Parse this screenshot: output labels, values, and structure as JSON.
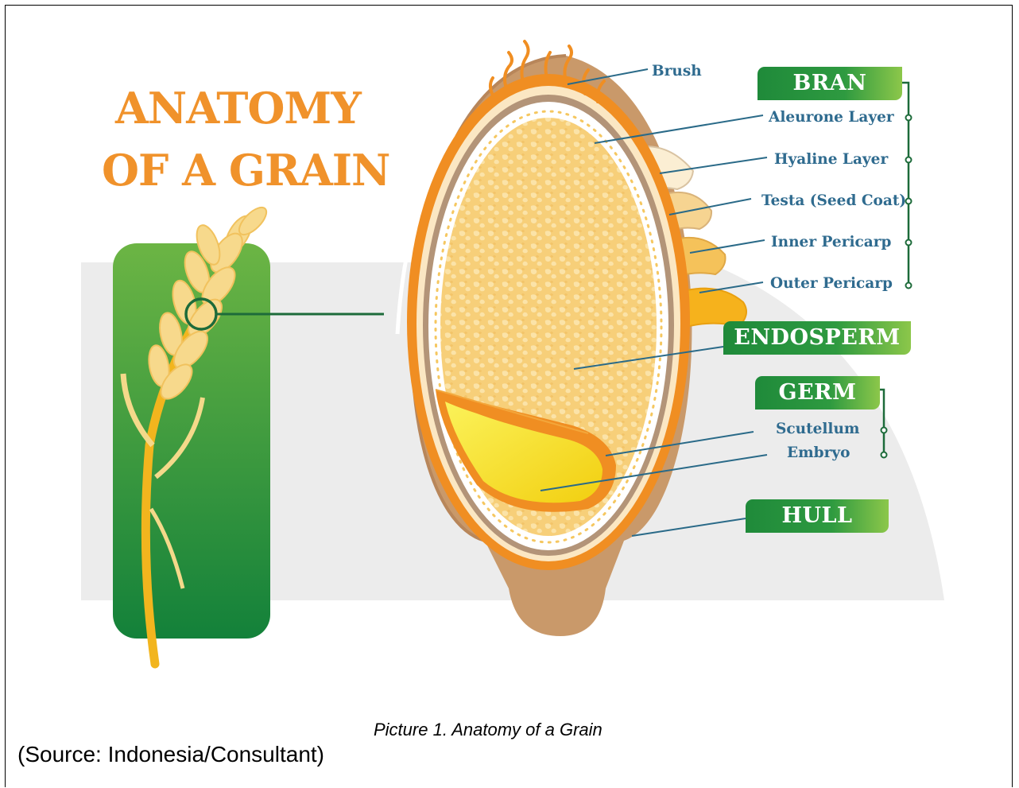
{
  "title": {
    "line1": "ANATOMY",
    "line2": "OF A GRAIN"
  },
  "labels": {
    "brush": "Brush",
    "aleurone": "Aleurone Layer",
    "hyaline": "Hyaline Layer",
    "testa": "Testa (Seed Coat)",
    "inner_pericarp": "Inner Pericarp",
    "outer_pericarp": "Outer Pericarp",
    "scutellum": "Scutellum",
    "embryo": "Embryo"
  },
  "tags": {
    "bran": "BRAN",
    "endosperm": "ENDOSPERM",
    "germ": "GERM",
    "hull": "HULL"
  },
  "caption": "Picture 1. Anatomy of a Grain",
  "source": "(Source: Indonesia/Consultant)",
  "colors": {
    "title_orange": "#f0922b",
    "label_blue": "#2f6b8f",
    "tag_green": "#2e9a40",
    "hull_brown": "#c9996a",
    "endosperm_yellow": "#f6d37a",
    "germ_yellow": "#f6e21c"
  }
}
